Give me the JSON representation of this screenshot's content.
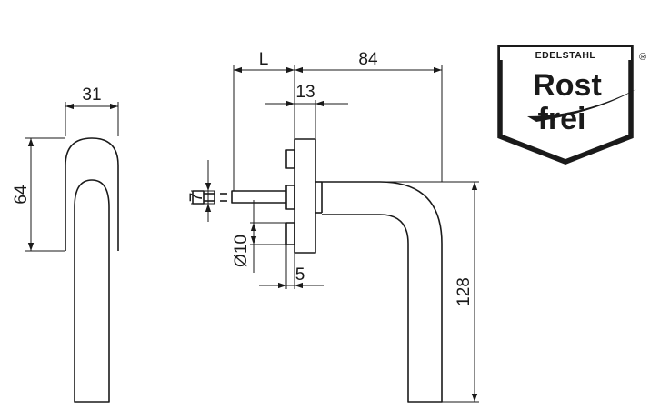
{
  "dimensions": {
    "width_front": "31",
    "height_rose": "64",
    "spindle_length": "L",
    "projection": "84",
    "rose_depth": "13",
    "spindle_square": "7",
    "screw_diameter": "Ø10",
    "base_thickness": "5",
    "lever_height": "128"
  },
  "logo": {
    "top_text": "EDELSTAHL",
    "line1": "Rost",
    "line2": "frei",
    "registered": "®"
  }
}
